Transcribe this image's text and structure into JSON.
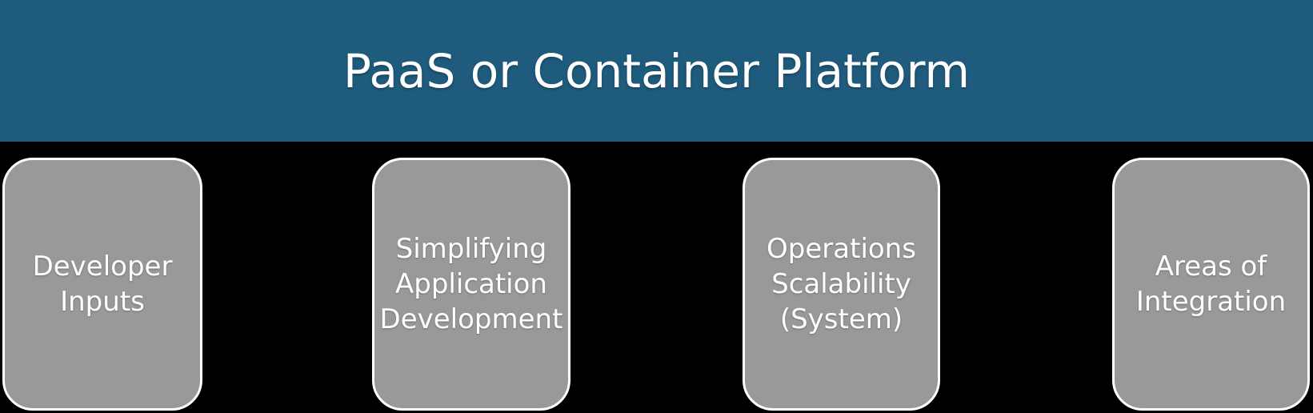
{
  "colors": {
    "background": "#000000",
    "header_bg": "#1F5B7D",
    "box_bg": "#999999",
    "box_border": "#FFFFFF",
    "text": "#FFFFFF"
  },
  "header": {
    "title": "PaaS or Container Platform"
  },
  "boxes": [
    {
      "id": "developer-inputs",
      "lines": [
        "Developer",
        "Inputs"
      ]
    },
    {
      "id": "simplifying-application-development",
      "lines": [
        "Simplifying",
        "Application",
        "Development"
      ]
    },
    {
      "id": "operations-scalability-system",
      "lines": [
        "Operations",
        "Scalability",
        "(System)"
      ]
    },
    {
      "id": "areas-of-integration",
      "lines": [
        "Areas of",
        "Integration"
      ]
    }
  ]
}
